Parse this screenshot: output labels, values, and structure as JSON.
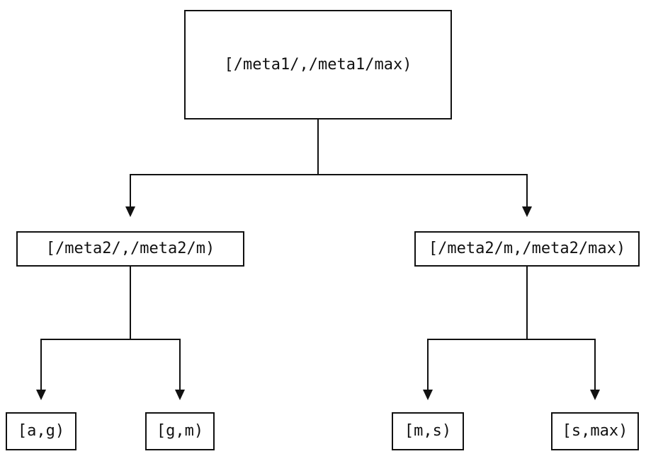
{
  "diagram": {
    "type": "tree",
    "description": "Interval partition tree diagram",
    "colors": {
      "line": "#111111",
      "text": "#111111",
      "background": "#ffffff"
    },
    "nodes": {
      "root": {
        "label": "[/meta1/,/meta1/max)"
      },
      "meta2_low": {
        "label": "[/meta2/,/meta2/m)"
      },
      "meta2_high": {
        "label": "[/meta2/m,/meta2/max)"
      },
      "leaf_ag": {
        "label": "[a,g)"
      },
      "leaf_gm": {
        "label": "[g,m)"
      },
      "leaf_ms": {
        "label": "[m,s)"
      },
      "leaf_smax": {
        "label": "[s,max)"
      }
    },
    "edges": [
      {
        "from": "root",
        "to": "meta2_low"
      },
      {
        "from": "root",
        "to": "meta2_high"
      },
      {
        "from": "meta2_low",
        "to": "leaf_ag"
      },
      {
        "from": "meta2_low",
        "to": "leaf_gm"
      },
      {
        "from": "meta2_high",
        "to": "leaf_ms"
      },
      {
        "from": "meta2_high",
        "to": "leaf_smax"
      }
    ]
  }
}
